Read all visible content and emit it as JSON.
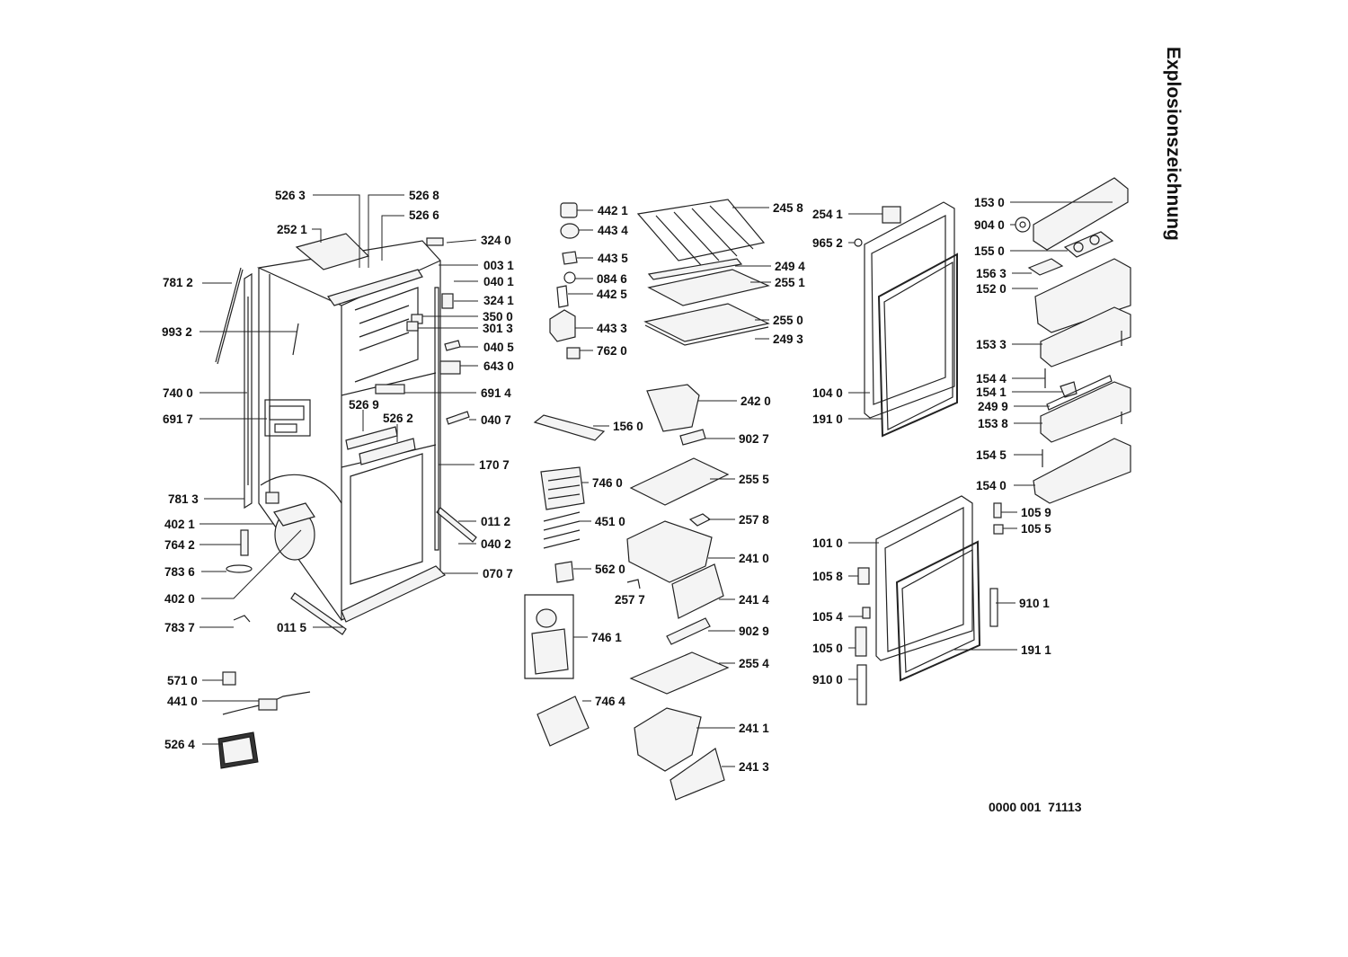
{
  "title": "Explosionszeichnung",
  "doc_number": "0000 001  71113",
  "labels": [
    "526 3",
    "526 8",
    "526 6",
    "252 1",
    "324 0",
    "003 1",
    "781 2",
    "040 1",
    "324 1",
    "350 0",
    "301 3",
    "993 2",
    "040 5",
    "643 0",
    "740 0",
    "691 4",
    "691 7",
    "526 9",
    "526 2",
    "040 7",
    "170 7",
    "781 3",
    "011 2",
    "402 1",
    "764 2",
    "040 2",
    "783 6",
    "070 7",
    "402 0",
    "783 7",
    "011 5",
    "571 0",
    "441 0",
    "526 4",
    "442 1",
    "443 4",
    "443 5",
    "084 6",
    "442 5",
    "443 3",
    "762 0",
    "156 0",
    "746 0",
    "451 0",
    "562 0",
    "257 7",
    "746 1",
    "746 4",
    "245 8",
    "249 4",
    "255 1",
    "255 0",
    "249 3",
    "242 0",
    "902 7",
    "255 5",
    "257 8",
    "241 0",
    "241 4",
    "902 9",
    "255 4",
    "241 1",
    "241 3",
    "254 1",
    "965 2",
    "104 0",
    "191 0",
    "101 0",
    "105 8",
    "105 4",
    "105 0",
    "910 0",
    "153 0",
    "904 0",
    "155 0",
    "156 3",
    "152 0",
    "153 3",
    "154 4",
    "154 1",
    "249 9",
    "153 8",
    "154 5",
    "154 0",
    "105 9",
    "105 5",
    "910 1",
    "191 1"
  ]
}
